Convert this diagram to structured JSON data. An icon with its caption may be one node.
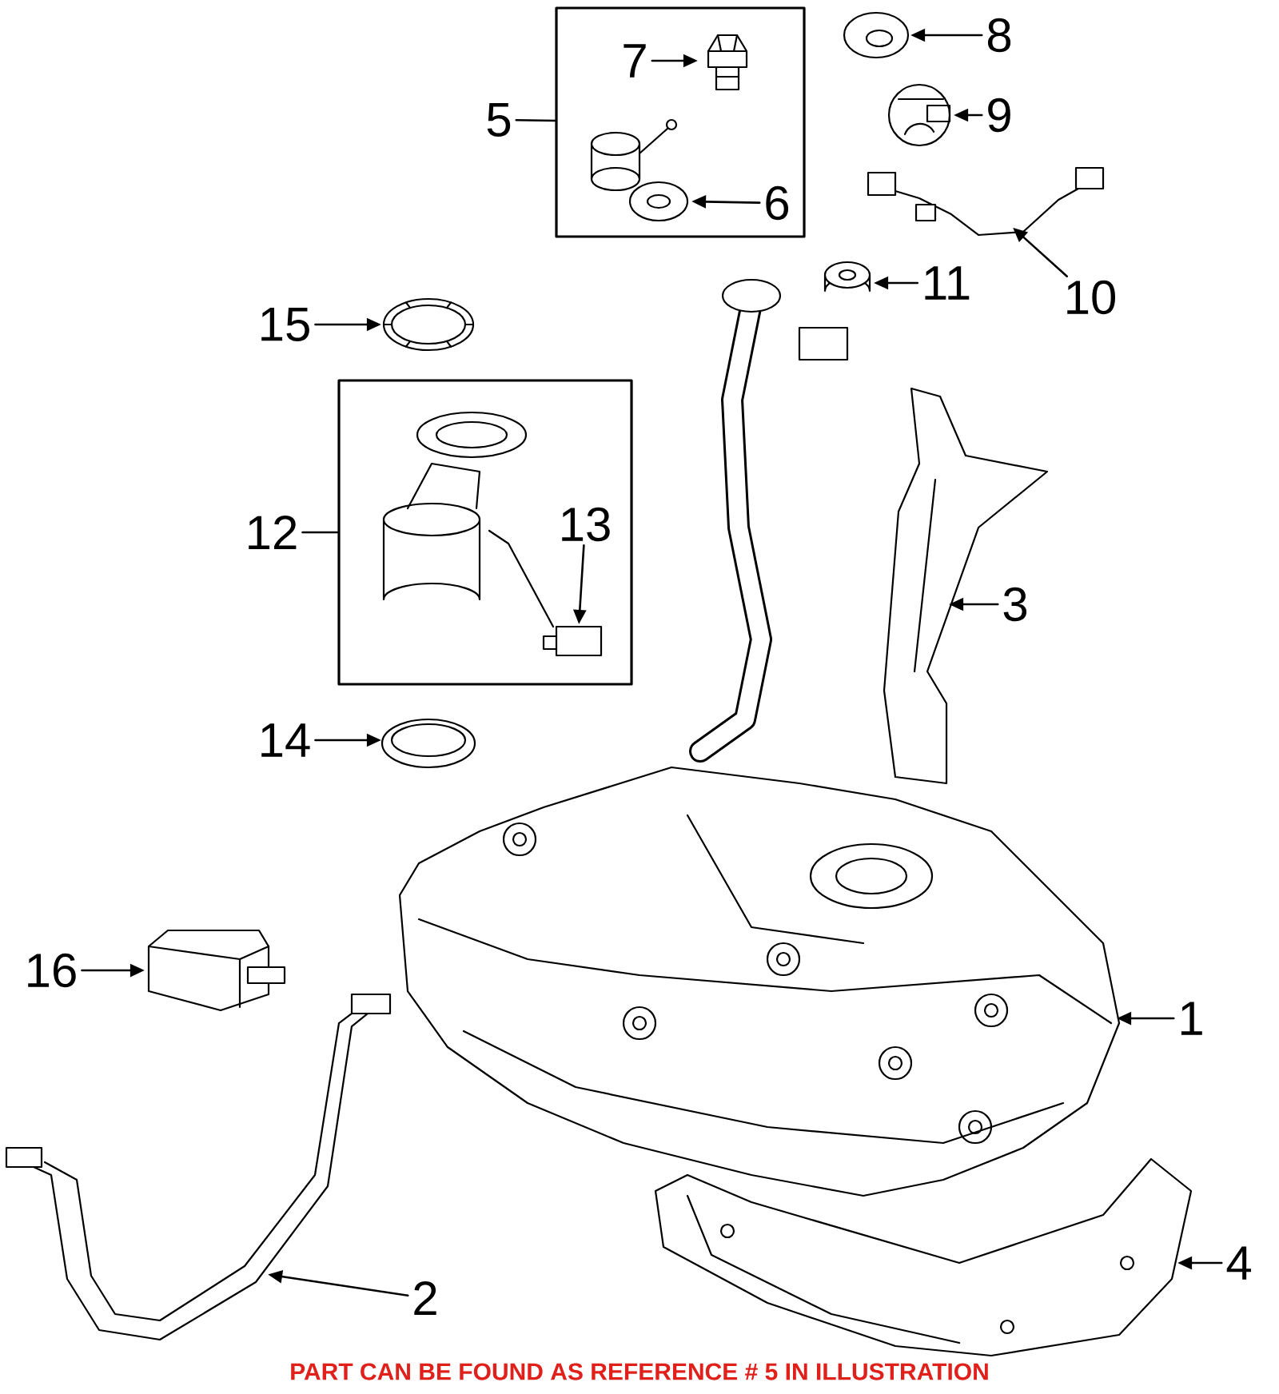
{
  "diagram": {
    "caption": "PART CAN BE FOUND AS REFERENCE # 5 IN ILLUSTRATION",
    "nodes": [
      {
        "text": [],
        "shape": "box"
      },
      {
        "text": [
          "5"
        ]
      },
      {
        "text": [
          "7"
        ],
        "in": 0
      },
      {
        "text": [],
        "shape": "picture",
        "in": 0
      },
      {
        "text": [],
        "shape": "picture",
        "in": 0
      },
      {
        "text": [
          "6"
        ],
        "in": 0
      },
      {
        "text": [
          "8"
        ]
      },
      {
        "text": [],
        "shape": "picture"
      },
      {
        "text": [],
        "shape": "picture"
      },
      {
        "text": [
          "9"
        ]
      },
      {
        "text": [],
        "shape": "picture"
      },
      {
        "text": [
          "10"
        ]
      },
      {
        "text": [],
        "shape": "picture"
      },
      {
        "text": [
          "11"
        ]
      },
      {
        "text": [
          "15"
        ]
      },
      {
        "text": [],
        "shape": "picture"
      },
      {
        "text": [],
        "shape": "box"
      },
      {
        "text": [
          "12"
        ]
      },
      {
        "text": [
          "13"
        ],
        "in": 16
      },
      {
        "text": [],
        "shape": "picture",
        "in": 16
      },
      {
        "text": [
          "14"
        ]
      },
      {
        "text": [],
        "shape": "picture"
      },
      {
        "text": [],
        "shape": "picture"
      },
      {
        "text": [
          "3"
        ]
      },
      {
        "text": [
          "16"
        ]
      },
      {
        "text": [],
        "shape": "picture"
      },
      {
        "text": [],
        "shape": "picture"
      },
      {
        "text": [
          "1"
        ]
      },
      {
        "text": [
          "2"
        ]
      },
      {
        "text": [],
        "shape": "picture"
      },
      {
        "text": [],
        "shape": "picture"
      },
      {
        "text": [
          "4"
        ]
      }
    ],
    "edges": [
      {
        "from": 1,
        "to": 0,
        "arrow": "none"
      },
      {
        "from": 2,
        "to": 3,
        "arrow": "to"
      },
      {
        "from": 5,
        "to": 4,
        "arrow": "to"
      },
      {
        "from": 6,
        "to": 7,
        "arrow": "to"
      },
      {
        "from": 9,
        "to": 8,
        "arrow": "to"
      },
      {
        "from": 11,
        "to": 10,
        "arrow": "to"
      },
      {
        "from": 13,
        "to": 12,
        "arrow": "to"
      },
      {
        "from": 14,
        "to": 15,
        "arrow": "to"
      },
      {
        "from": 17,
        "to": 16,
        "arrow": "none"
      },
      {
        "from": 18,
        "to": 19,
        "arrow": "to"
      },
      {
        "from": 20,
        "to": 21,
        "arrow": "to"
      },
      {
        "from": 23,
        "to": 22,
        "arrow": "to"
      },
      {
        "from": 24,
        "to": 25,
        "arrow": "to"
      },
      {
        "from": 27,
        "to": 26,
        "arrow": "to"
      },
      {
        "from": 28,
        "to": 29,
        "arrow": "to"
      },
      {
        "from": 31,
        "to": 30,
        "arrow": "to"
      }
    ]
  }
}
